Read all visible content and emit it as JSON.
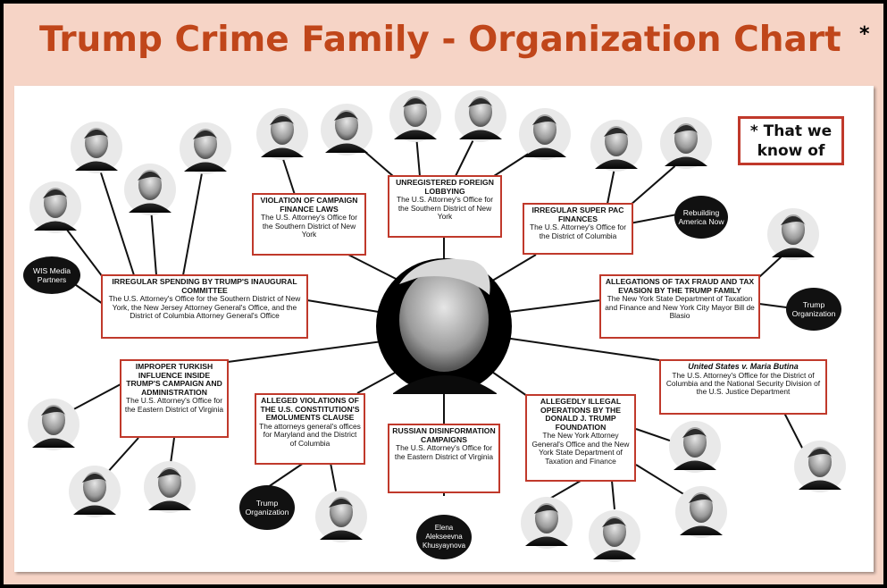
{
  "title": "Trump Crime Family - Organization Chart",
  "title_mark": "*",
  "note": {
    "line1": "* That we",
    "line2": "know of"
  },
  "colors": {
    "frame": "#f6d4c6",
    "title": "#c0461a",
    "box_border": "#c0392b",
    "accent_dark": "#111111"
  },
  "center_portrait": "Donald J. Trump (photo)",
  "boxes": {
    "campaign": {
      "heading": "Violation of campaign finance laws",
      "sub": "The U.S. Attorney's Office for the Southern District of New York"
    },
    "lobbying": {
      "heading": "Unregistered foreign lobbying",
      "sub": "The U.S. Attorney's Office for the Southern District of New York"
    },
    "superpac": {
      "heading": "Irregular super PAC finances",
      "sub": "The U.S. Attorney's Office for the District of Columbia"
    },
    "inaugural": {
      "heading": "Irregular spending by Trump's inaugural committee",
      "sub": "The U.S. Attorney's Office for the Southern District of New York, the New Jersey Attorney General's Office, and the District of Columbia Attorney General's Office"
    },
    "taxfraud": {
      "heading": "Allegations of tax fraud and tax evasion by the Trump family",
      "sub": "The New York State Department of Taxation and Finance and New York City Mayor Bill de Blasio"
    },
    "turkish": {
      "heading": "Improper Turkish influence inside Trump's campaign and administration",
      "sub": "The U.S. Attorney's Office for the Eastern District of Virginia"
    },
    "emoluments": {
      "heading": "Alleged violations of the U.S. Constitution's emoluments clause",
      "sub": "The attorneys general's offices for Maryland and the District of Columbia"
    },
    "russian": {
      "heading": "Russian disinformation campaigns",
      "sub": "The U.S. Attorney's Office for the Eastern District of Virginia"
    },
    "foundation": {
      "heading": "Allegedly illegal operations by the Donald J. Trump Foundation",
      "sub": "The New York Attorney General's Office and the New York State Department of Taxation and Finance"
    },
    "butina": {
      "heading": "United States v. Maria Butina",
      "sub": "The U.S. Attorney's Office for the District of Columbia and the National Security Division of the U.S. Justice Department"
    }
  },
  "labels": {
    "wis": "WIS Media Partners",
    "rebuilding": "Rebuilding America Now",
    "trump_org_right": "Trump Organization",
    "trump_org_bottom": "Trump Organization",
    "elena": "Elena Alekseevna Khusyaynova"
  }
}
